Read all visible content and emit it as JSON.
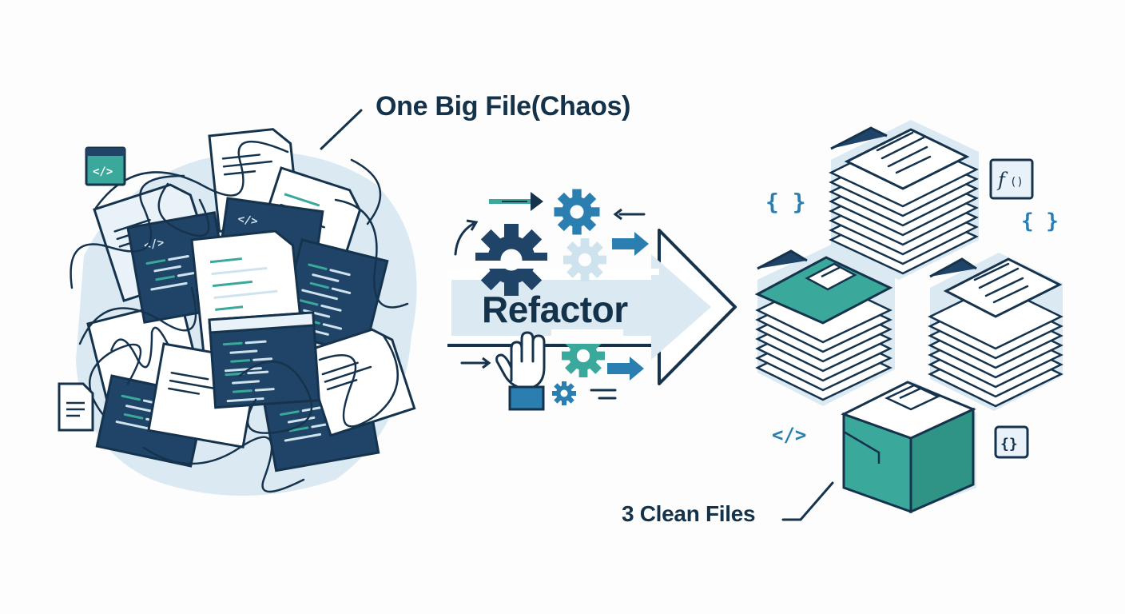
{
  "labels": {
    "chaos": "One Big File(Chaos)",
    "refactor": "Refactor",
    "clean": "3 Clean Files"
  },
  "glyphs": {
    "code_tag": "</>",
    "braces": "{ }",
    "braces_tight": "{}",
    "function": "f()"
  },
  "icons": [
    "code-window-icon",
    "document-icon",
    "gear-icon",
    "hand-icon",
    "arrow-right-icon",
    "arrow-left-icon",
    "folder-stack-icon",
    "box-icon",
    "function-icon",
    "braces-icon",
    "code-tag-icon"
  ],
  "colors": {
    "navy": "#1f4467",
    "dark_text": "#14324a",
    "teal": "#3aa89a",
    "blue": "#2a7fb0",
    "pale": "#dbe9f2",
    "outline": "#16334d"
  }
}
